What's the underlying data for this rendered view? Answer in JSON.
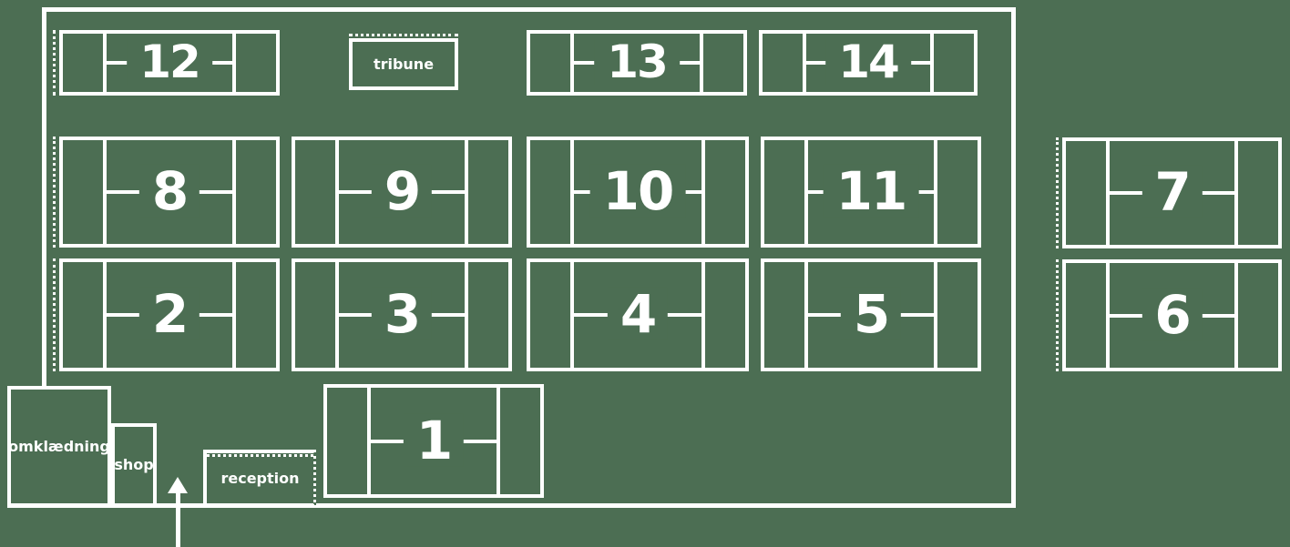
{
  "colors": {
    "background": "#4C6E53",
    "line": "#FFFFFF"
  },
  "facility_map": {
    "courts": {
      "c1": "1",
      "c2": "2",
      "c3": "3",
      "c4": "4",
      "c5": "5",
      "c6": "6",
      "c7": "7",
      "c8": "8",
      "c9": "9",
      "c10": "10",
      "c11": "11",
      "c12": "12",
      "c13": "13",
      "c14": "14"
    },
    "areas": {
      "tribune": "tribune",
      "changing_room": "omklædning",
      "shop": "shop",
      "reception": "reception"
    },
    "entrance": {
      "icon": "up-arrow"
    }
  }
}
